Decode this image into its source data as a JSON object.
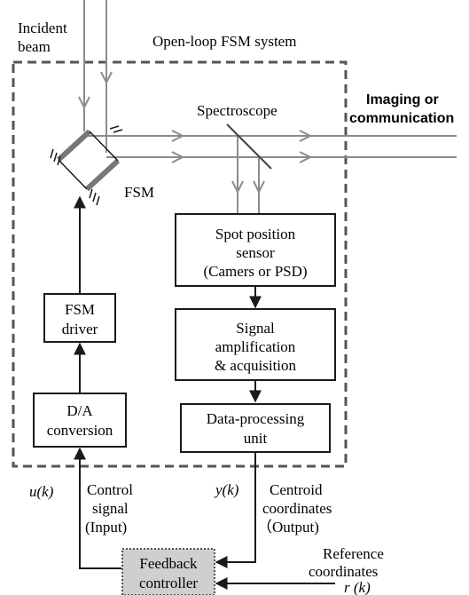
{
  "labels": {
    "incident_line1": "Incident",
    "incident_line2": "beam",
    "system_title": "Open-loop FSM system",
    "spectroscope": "Spectroscope",
    "imaging_line1": "Imaging or",
    "imaging_line2": "communication",
    "fsm": "FSM",
    "u_k": "u(k)",
    "y_k": "y(k)",
    "r_k": "r (k)",
    "control_line1": "Control",
    "control_line2": "signal",
    "control_line3": "(Input)",
    "centroid_line1": "Centroid",
    "centroid_line2": "coordinates",
    "centroid_line3": "（Output)",
    "reference_line1": "Reference",
    "reference_line2": "coordinates"
  },
  "boxes": {
    "spot_sensor": {
      "line1": "Spot position",
      "line2": "sensor",
      "line3": "(Camers or PSD)"
    },
    "signal_amp": {
      "line1": "Signal",
      "line2": "amplification",
      "line3": "& acquisition"
    },
    "data_proc": {
      "line1": "Data-processing",
      "line2": "unit"
    },
    "fsm_driver": {
      "line1": "FSM",
      "line2": "driver"
    },
    "da_conv": {
      "line1": "D/A",
      "line2": "conversion"
    },
    "feedback": {
      "line1": "Feedback",
      "line2": "controller"
    }
  },
  "colors": {
    "beam": "#8c8c8c",
    "line": "#1a1a1a",
    "dashed_border": "#555555",
    "mirror": "#777777",
    "feedback_fill": "#cfcfcf"
  }
}
